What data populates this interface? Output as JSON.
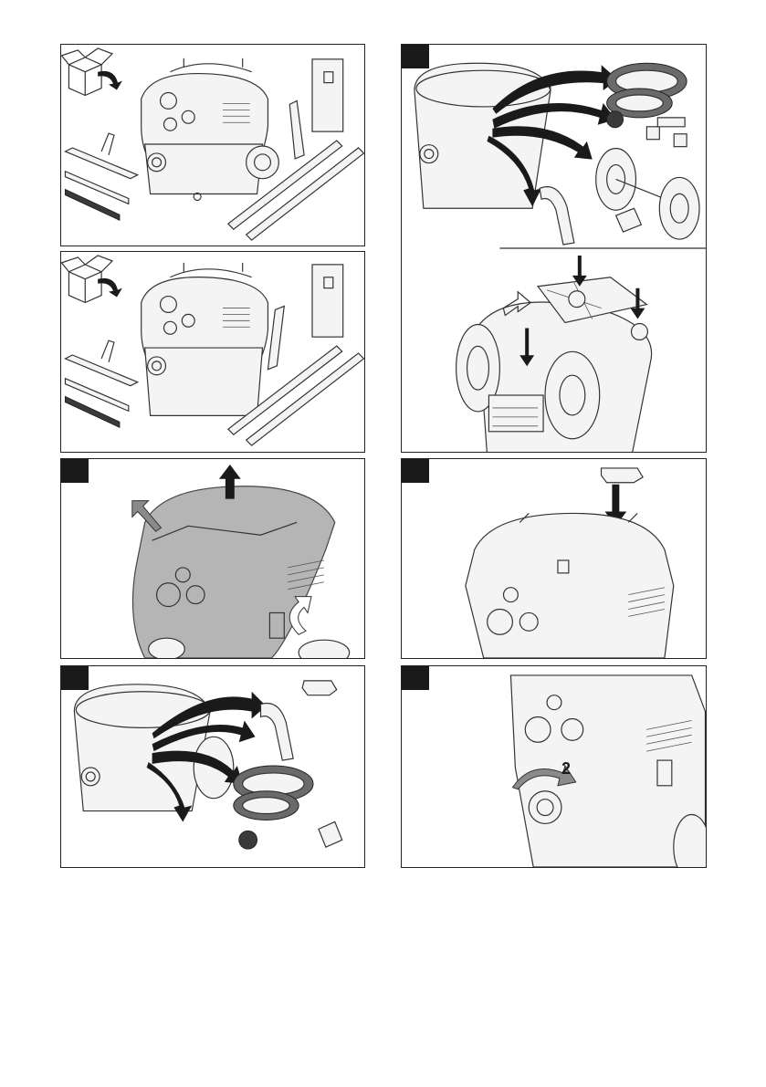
{
  "panels": [
    {
      "id": "unpack-1",
      "badge": false
    },
    {
      "id": "accessories",
      "badge": true
    },
    {
      "id": "unpack-2",
      "badge": false
    },
    {
      "id": "open-lid",
      "badge": true
    },
    {
      "id": "mount-holder",
      "badge": true
    },
    {
      "id": "remove-parts",
      "badge": true
    },
    {
      "id": "connect-hose",
      "badge": true
    }
  ],
  "labels": {
    "step_number": "2"
  },
  "colors": {
    "line": "#333333",
    "shaded": "#b5b5b5",
    "badge": "#1a1a1a"
  }
}
